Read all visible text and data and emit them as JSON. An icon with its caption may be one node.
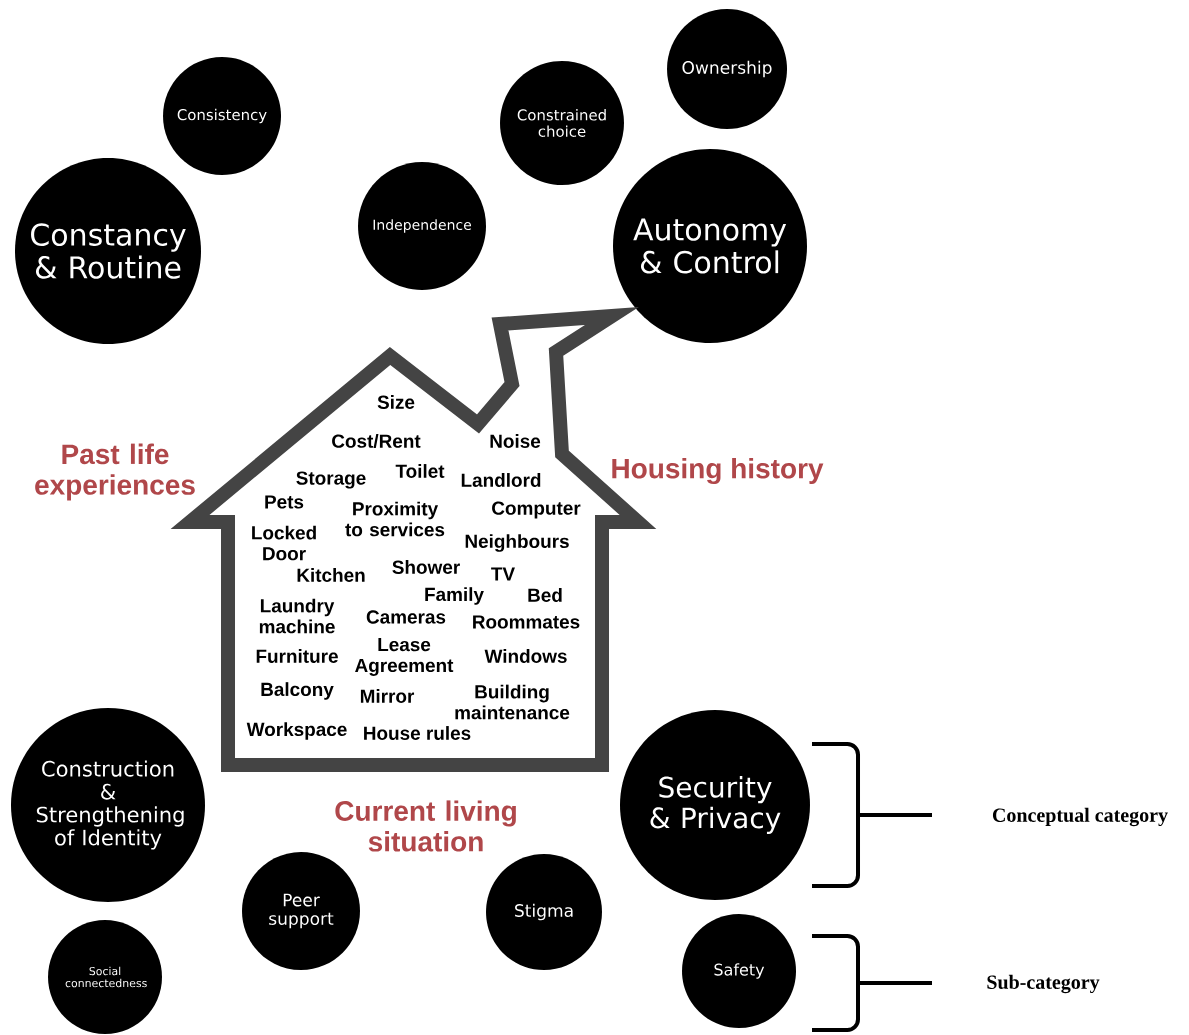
{
  "diagram": {
    "nodes": [
      {
        "text": [
          "Ownership"
        ]
      },
      {
        "text": [
          "Consistency"
        ]
      },
      {
        "text": [
          "Constrained choice"
        ]
      },
      {
        "text": [
          "Independence"
        ]
      },
      {
        "text": [
          "Constancy & Routine"
        ]
      },
      {
        "text": [
          "Autonomy & Control"
        ]
      },
      {
        "text": [
          "Size",
          "Cost/Rent",
          "Noise",
          "Toilet",
          "Storage",
          "Landlord",
          "Pets",
          "Proximity to services",
          "Computer",
          "Locked Door",
          "Neighbours",
          "Shower",
          "Kitchen",
          "TV",
          "Family",
          "Bed",
          "Laundry machine",
          "Cameras",
          "Roommates",
          "Furniture",
          "Lease Agreement",
          "Windows",
          "Balcony",
          "Mirror",
          "Building maintenance",
          "Workspace",
          "House rules"
        ]
      },
      {
        "text": [
          "Construction & Strengthening of Identity"
        ]
      },
      {
        "text": [
          "Security & Privacy"
        ]
      },
      {
        "text": [
          "Peer support"
        ]
      },
      {
        "text": [
          "Stigma"
        ]
      },
      {
        "text": [
          "Social connectedness"
        ]
      },
      {
        "text": [
          "Safety"
        ]
      }
    ],
    "labels": [
      "Past life experiences",
      "Housing history",
      "Current living situation",
      "Conceptual category",
      "Sub-category"
    ]
  }
}
